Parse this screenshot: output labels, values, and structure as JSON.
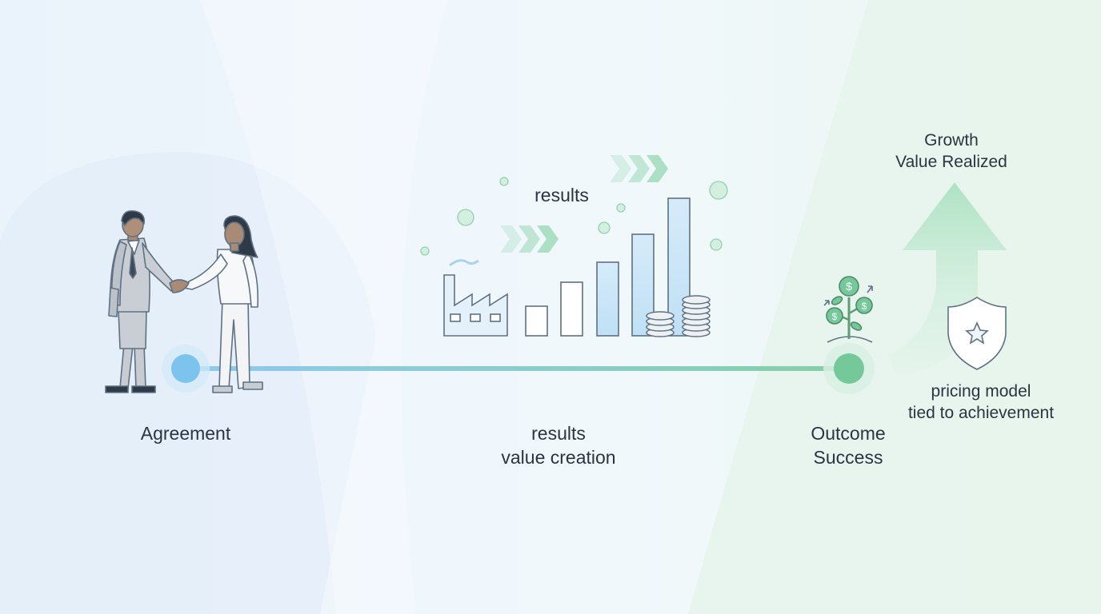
{
  "stages": [
    {
      "id": "agreement",
      "label_lines": [
        "Agreement"
      ]
    },
    {
      "id": "results",
      "label_lines": [
        "results",
        "value creation"
      ]
    },
    {
      "id": "outcome",
      "label_lines": [
        "Outcome",
        "Success"
      ]
    }
  ],
  "results_floating_label": "results",
  "growth_label_lines": [
    "Growth",
    "Value Realized"
  ],
  "pricing_label_lines": [
    "pricing model",
    "tied to achievement"
  ],
  "colors": {
    "blue": "#7cc3ee",
    "green": "#74c89a",
    "text": "#2b3440",
    "line_art": "#5f7182"
  }
}
